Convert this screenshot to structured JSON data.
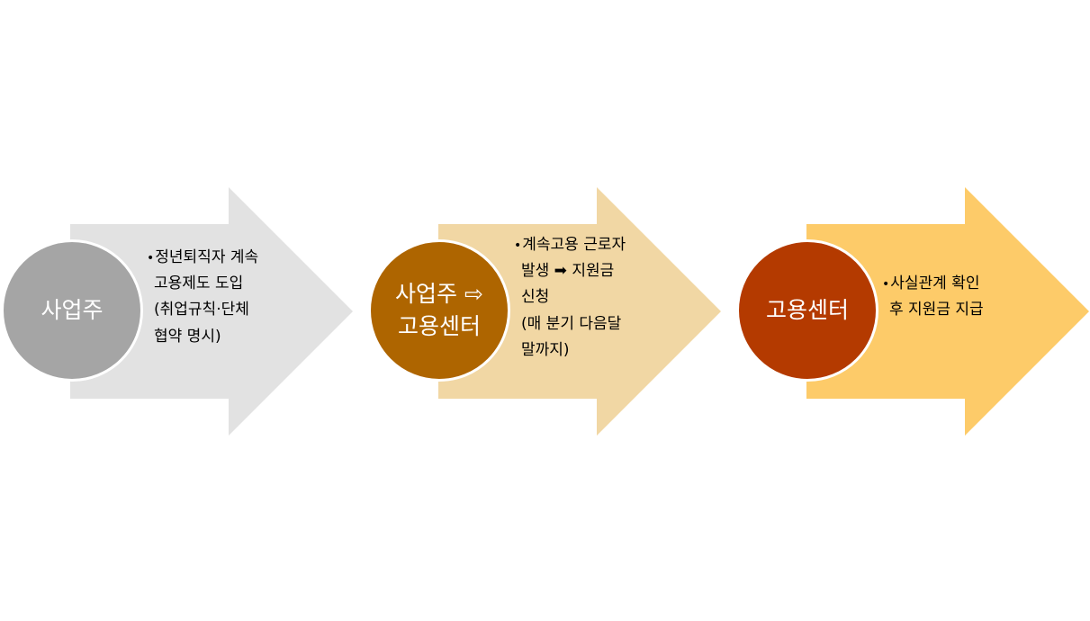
{
  "colors": {
    "arrow_1": "#e2e2e2",
    "arrow_2": "#f1d7a4",
    "arrow_3": "#fdcb69",
    "circle_1": "#a5a5a5",
    "circle_2": "#ae6500",
    "circle_3": "#b43a00"
  },
  "steps": [
    {
      "circle_lines": [
        "사업주"
      ],
      "desc_lines": [
        "정년퇴직자 계속",
        "고용제도 도입",
        "(취업규칙·단체",
        "협약 명시)"
      ]
    },
    {
      "circle_lines": [
        "사업주 ⇨",
        "고용센터"
      ],
      "desc_lines": [
        "계속고용 근로자",
        "발생 ➡ 지원금",
        "신청",
        "(매 분기 다음달",
        "말까지)"
      ]
    },
    {
      "circle_lines": [
        "고용센터"
      ],
      "desc_lines": [
        "사실관계 확인",
        "후 지원금 지급"
      ]
    }
  ]
}
